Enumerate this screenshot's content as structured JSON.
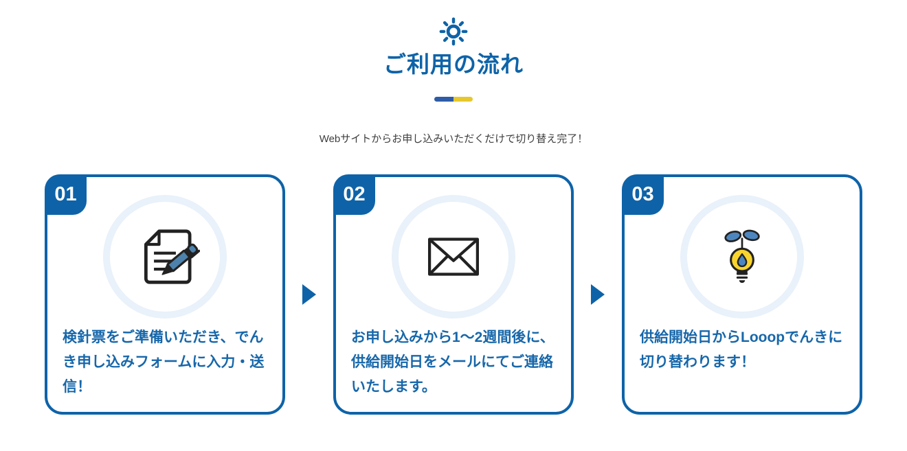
{
  "header": {
    "icon": "sun-icon",
    "title": "ご利用の流れ",
    "subtitle": "Webサイトからお申し込みいただくだけで切り替え完了！"
  },
  "steps": [
    {
      "number": "01",
      "icon": "document-pen-icon",
      "text": "検針票をご準備いただき、でんき申し込みフォームに入力・送信！"
    },
    {
      "number": "02",
      "icon": "envelope-icon",
      "text": "お申し込みから1〜2週間後に、供給開始日をメールにてご連絡いたします。"
    },
    {
      "number": "03",
      "icon": "sprout-bulb-icon",
      "text": "供給開始日からLooopでんきに切り替わります！"
    }
  ],
  "colors": {
    "primary_blue": "#0e63a8",
    "text_blue": "#1767aa",
    "divider_blue": "#2e5ca6",
    "divider_yellow": "#e6c82d",
    "circle_ring": "#e9f1fa",
    "bulb_yellow": "#f9d42f",
    "leaf_blue": "#4d86bf",
    "icon_outline": "#222222",
    "subtitle_text": "#3e3e3e",
    "background": "#ffffff"
  }
}
